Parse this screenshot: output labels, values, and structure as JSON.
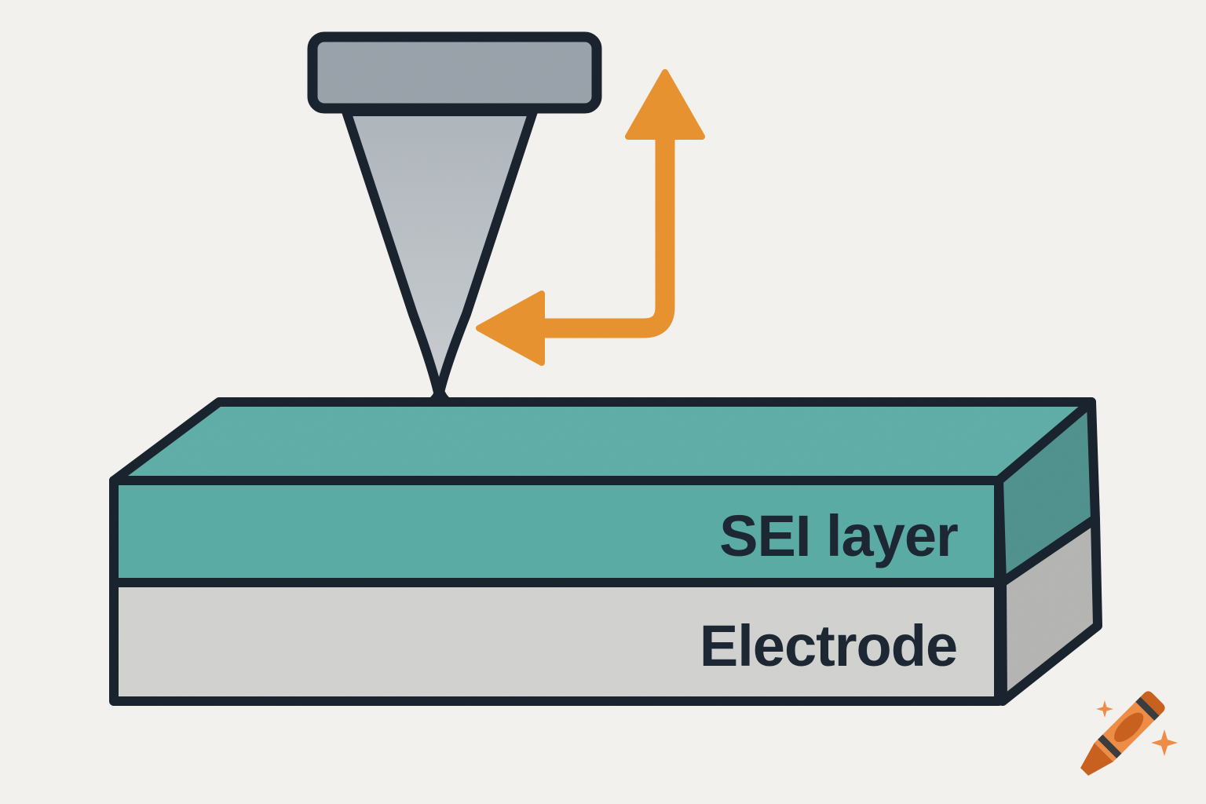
{
  "diagram": {
    "description": "Illustration of a scanning-probe (AFM) tip touching a layered battery sample with a scan-direction arrow",
    "labels": {
      "sei_layer": "SEI layer",
      "electrode": "Electrode"
    },
    "icons": {
      "probe": "afm-tip-icon",
      "motion": "up-and-left-elbow-arrow-icon",
      "watermark": "crayon-with-sparkles-icon"
    }
  },
  "colors": {
    "background": "#f4f2ee",
    "outline": "#17212c",
    "text": "#1a2531",
    "tip_head": "#99a2aa",
    "tip_cone_top": "#aeb5bb",
    "tip_cone_bottom": "#c9cdd0",
    "sei_top": "#5fada7",
    "sei_front": "#59aba4",
    "sei_side": "#4f918e",
    "electrode_front": "#d1d2cf",
    "electrode_side": "#b4b5b2",
    "arrow": "#e8912e",
    "crayon_body": "#ee8c44",
    "crayon_dark": "#c95f1d",
    "crayon_stripe": "#3a3a3a"
  }
}
